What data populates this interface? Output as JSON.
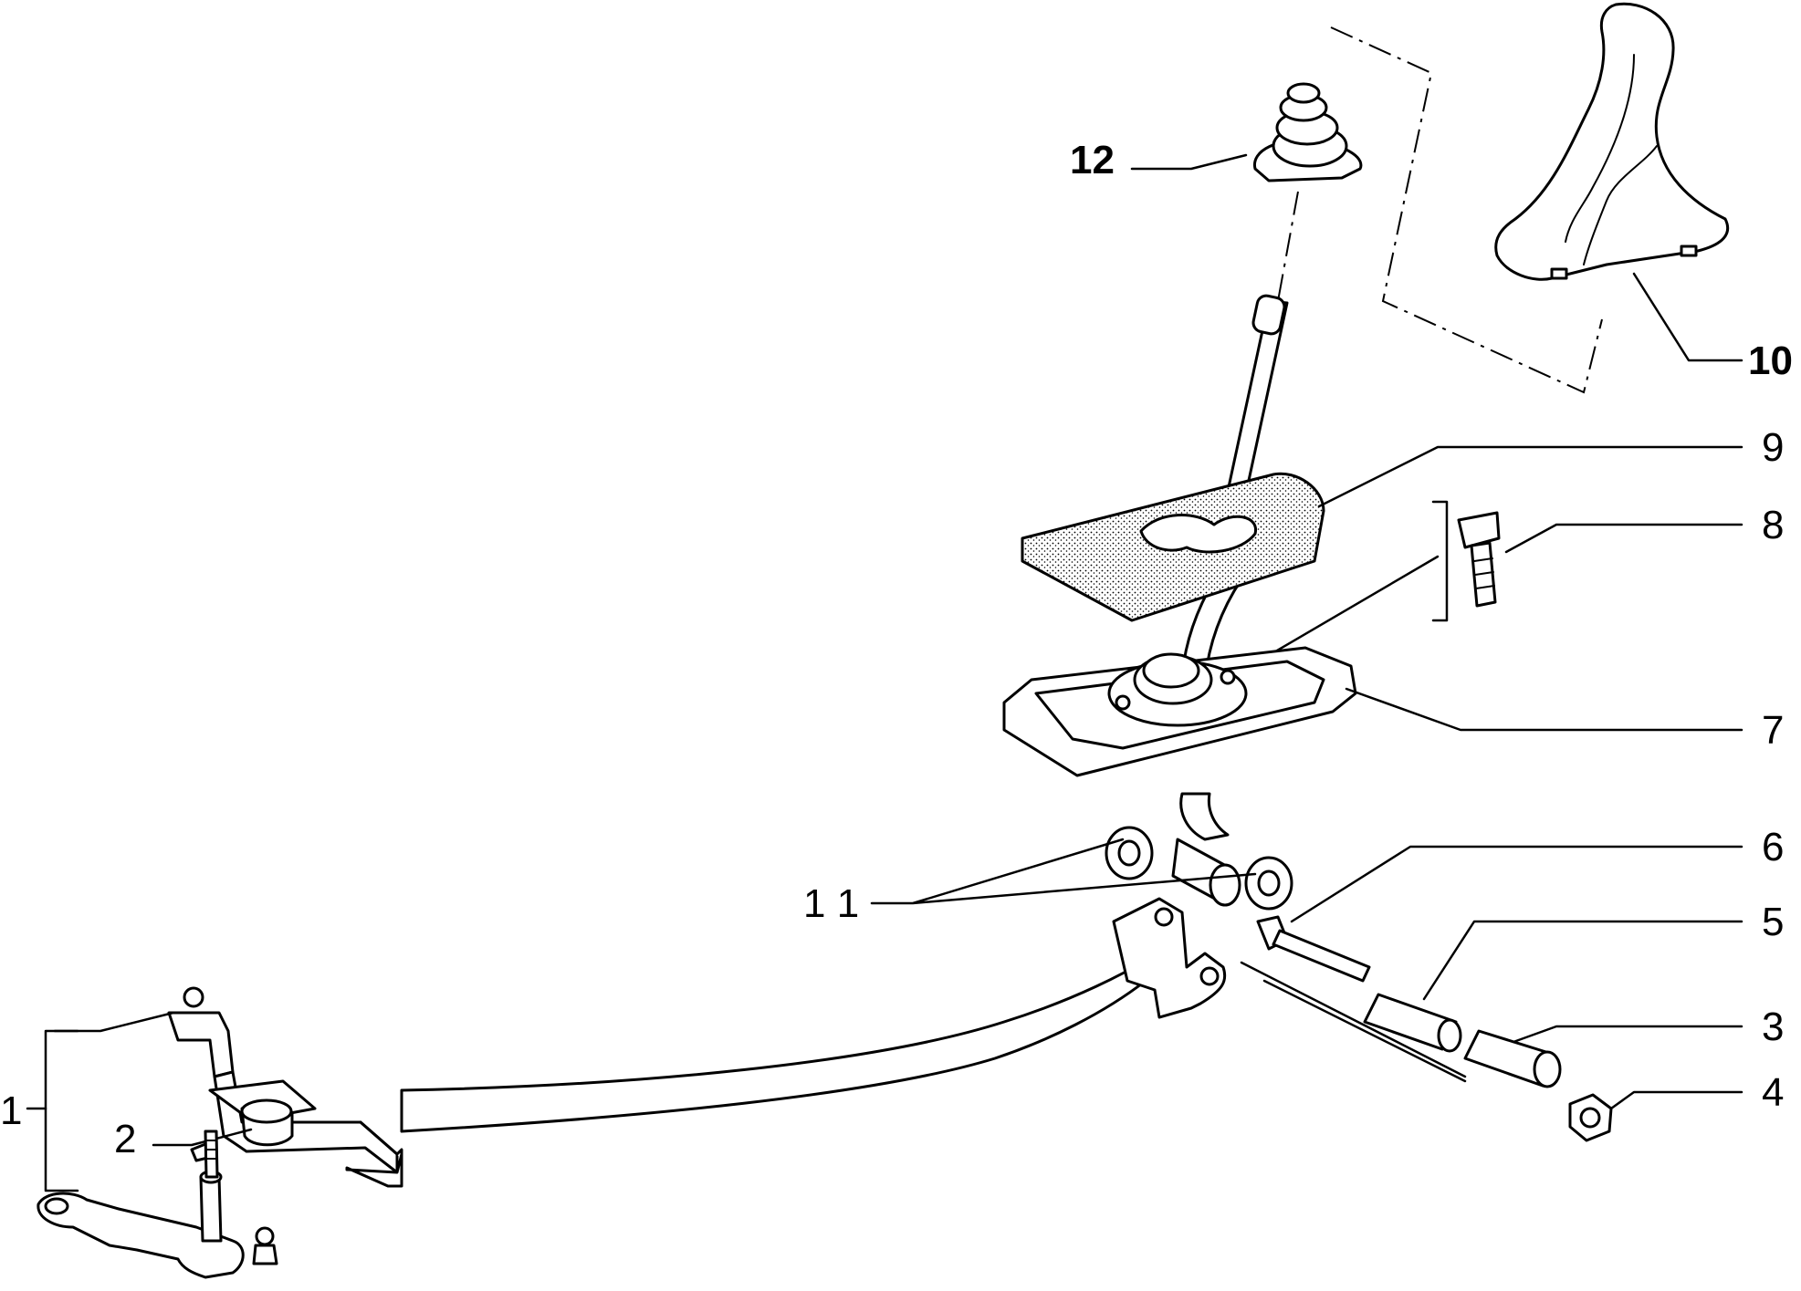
{
  "callouts": [
    {
      "id": "1",
      "text": "1"
    },
    {
      "id": "2",
      "text": "2"
    },
    {
      "id": "3",
      "text": "3"
    },
    {
      "id": "4",
      "text": "4"
    },
    {
      "id": "5",
      "text": "5"
    },
    {
      "id": "6",
      "text": "6"
    },
    {
      "id": "7",
      "text": "7"
    },
    {
      "id": "8",
      "text": "8"
    },
    {
      "id": "9",
      "text": "9"
    },
    {
      "id": "10",
      "text": "10"
    },
    {
      "id": "11",
      "text": "1 1"
    },
    {
      "id": "12",
      "text": "12"
    }
  ]
}
